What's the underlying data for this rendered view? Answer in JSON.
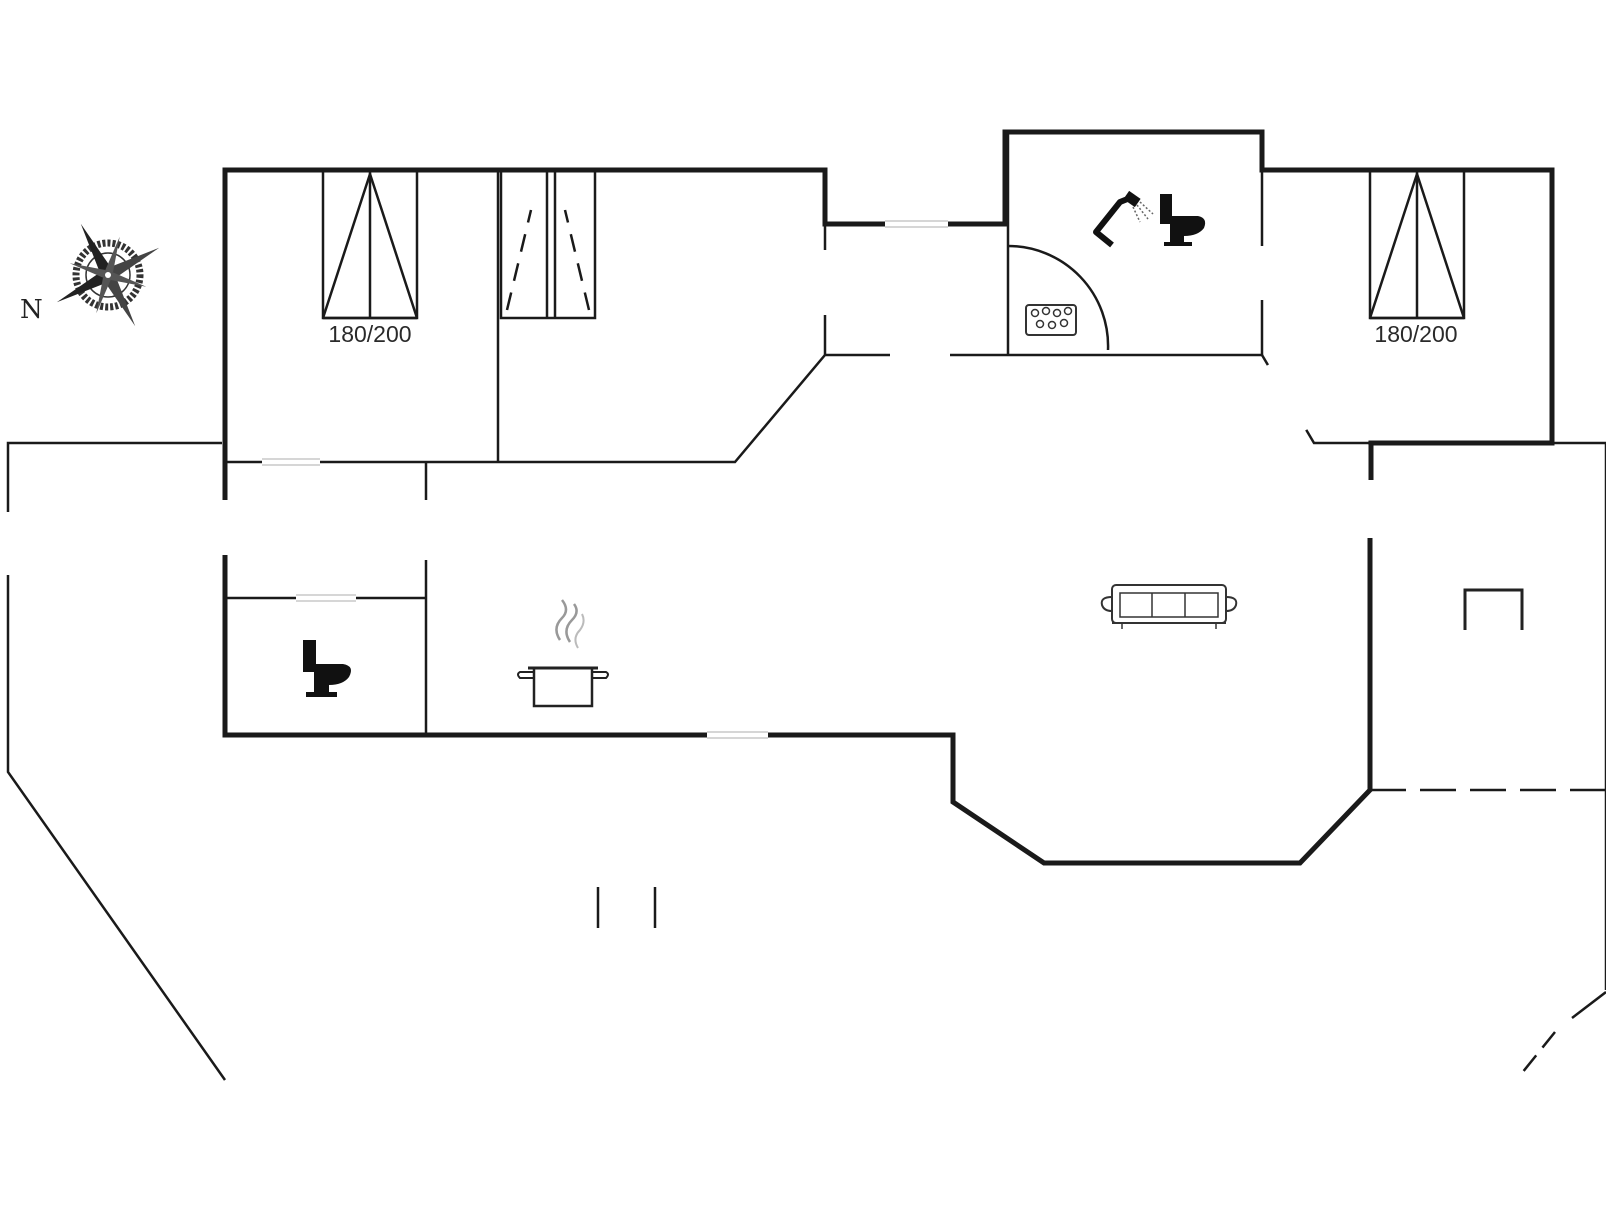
{
  "floorplan": {
    "compass": {
      "north_label": "N",
      "icon": "compass-rose-icon"
    },
    "beds": [
      {
        "room": "bedroom-west",
        "size_label": "180/200",
        "icon": "double-bed-icon"
      },
      {
        "room": "bedroom-middle",
        "size_label": "",
        "icon": "bunk-bed-icon"
      },
      {
        "room": "bedroom-east",
        "size_label": "180/200",
        "icon": "double-bed-icon"
      }
    ],
    "rooms": [
      {
        "name": "bathroom",
        "icons": [
          "shower-icon",
          "toilet-icon",
          "whirlpool-icon"
        ]
      },
      {
        "name": "toilet-room",
        "icons": [
          "toilet-icon"
        ]
      },
      {
        "name": "kitchen",
        "icons": [
          "cooking-pot-icon"
        ]
      },
      {
        "name": "living-room",
        "icons": [
          "sofa-icon"
        ]
      },
      {
        "name": "annex",
        "icons": [
          "fireplace-icon"
        ]
      }
    ],
    "colors": {
      "wall": "#1a1a1a",
      "background": "#ffffff"
    }
  }
}
